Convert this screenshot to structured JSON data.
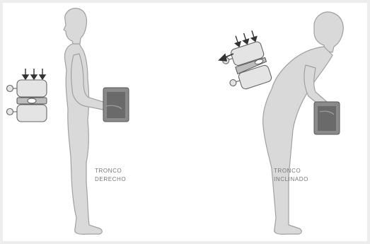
{
  "captions": {
    "upright": [
      "TRONCO",
      "DERECHO"
    ],
    "bent": [
      "TRONCO",
      "INCLINADO"
    ]
  },
  "colors": {
    "background": "#ffffff",
    "frame": "#ededed",
    "figure": "#d9d9d9",
    "figure_outline": "#a0a0a0",
    "weight": "#8a8a8a",
    "weight_face": "#6a6a6a",
    "vertebra": "#e4e4e4",
    "disc": "#bdbdbd",
    "arrow": "#333333"
  },
  "icons": [
    "vertebra-upright-icon",
    "vertebra-bent-icon",
    "pressure-arrow-icon",
    "weight-box-icon"
  ]
}
